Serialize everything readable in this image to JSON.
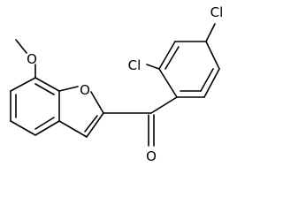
{
  "molecule": {
    "type": "skeletal-structure",
    "atom_labels": {
      "methoxy_o": "O",
      "furan_o": "O",
      "carbonyl_o": "O",
      "cl_ortho": "Cl",
      "cl_para": "Cl"
    },
    "colors": {
      "bond": "#000000",
      "background": "#ffffff"
    }
  }
}
